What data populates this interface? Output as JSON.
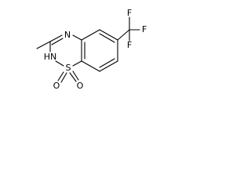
{
  "molecule": {
    "atoms": {
      "n4": {
        "label": "N"
      },
      "nh": {
        "label": "HN"
      },
      "s": {
        "label": "S"
      },
      "o1": {
        "label": "O"
      },
      "o2": {
        "label": "O"
      },
      "f1": {
        "label": "F"
      },
      "f2": {
        "label": "F"
      },
      "f3": {
        "label": "F"
      }
    }
  }
}
